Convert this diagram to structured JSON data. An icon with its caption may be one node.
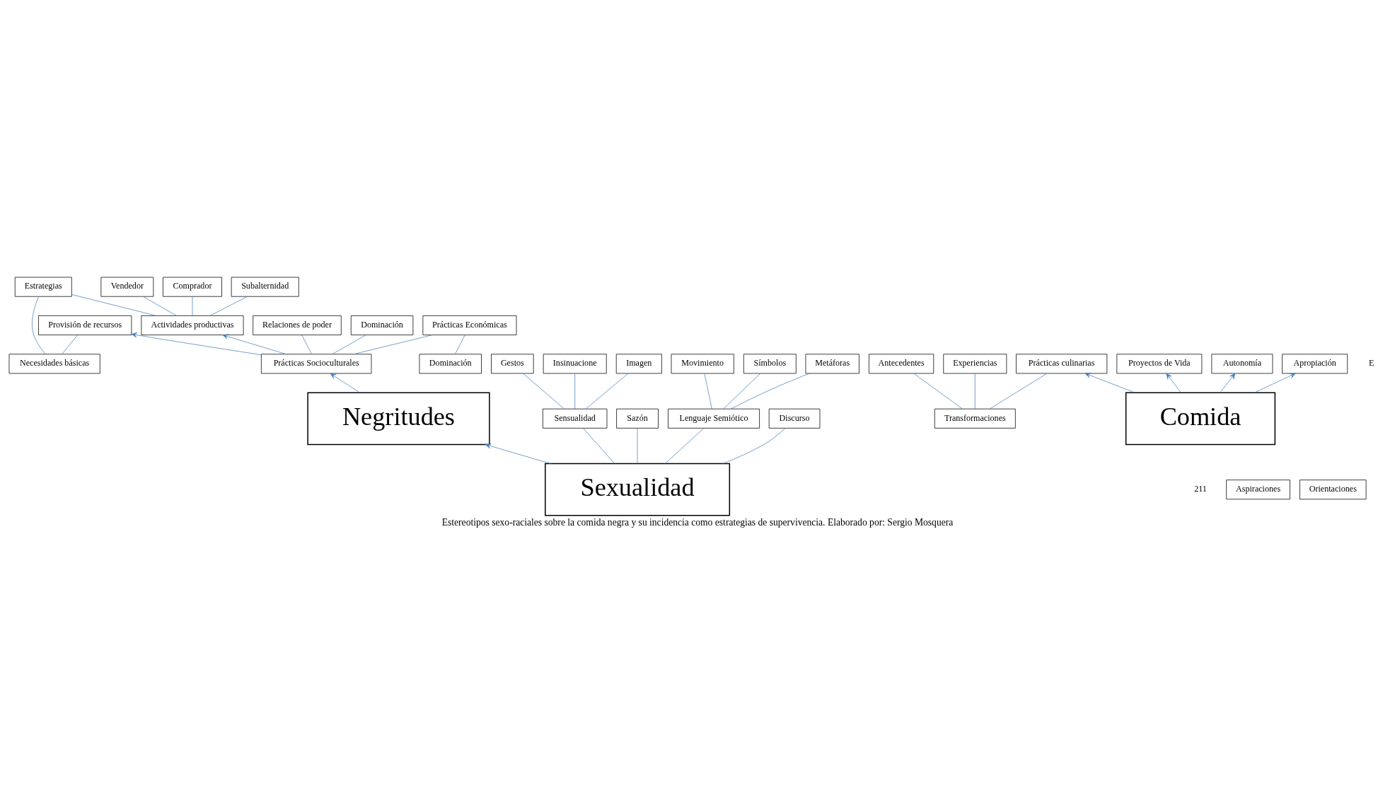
{
  "diagram": {
    "caption": "Estereotipos sexo-raciales sobre la comida negra y su incidencia como estrategias de supervivencia. Elaborado por: Sergio Mosquera",
    "nodes": [
      {
        "text": [
          "Necesidades básicas"
        ]
      },
      {
        "text": [
          "Provisión de recursos"
        ]
      },
      {
        "text": [
          "Actividades productivas"
        ]
      },
      {
        "text": [
          "Estrategias"
        ]
      },
      {
        "text": [
          "Vendedor"
        ]
      },
      {
        "text": [
          "Comprador"
        ]
      },
      {
        "text": [
          "Subalternidad"
        ]
      },
      {
        "text": [
          "Dominación"
        ]
      },
      {
        "text": [
          "Prácticas Socioculturales"
        ]
      },
      {
        "text": [
          "Relaciones de poder"
        ]
      },
      {
        "text": [
          "Dominación"
        ]
      },
      {
        "text": [
          "Prácticas Económicas"
        ]
      },
      {
        "text": [
          "Negritudes"
        ]
      },
      {
        "text": [
          "Gestos"
        ]
      },
      {
        "text": [
          "Insinuacione"
        ]
      },
      {
        "text": [
          "Imagen"
        ]
      },
      {
        "text": [
          "Sensualidad"
        ]
      },
      {
        "text": [
          "Sazón"
        ]
      },
      {
        "text": [
          "Sexualidad"
        ]
      },
      {
        "text": [
          "Movimiento"
        ]
      },
      {
        "text": [
          "Símbolos"
        ]
      },
      {
        "text": [
          "Metáforas"
        ]
      },
      {
        "text": [
          "Lenguaje Semiótico"
        ]
      },
      {
        "text": [
          "Discurso"
        ]
      },
      {
        "text": [
          "Proyectos de Vida"
        ]
      },
      {
        "text": [
          "Aspiraciones"
        ]
      },
      {
        "text": [
          "Orientaciones"
        ]
      },
      {
        "text": [
          "Comida"
        ]
      },
      {
        "text": [
          "Transformaciones"
        ]
      },
      {
        "text": [
          "Antecedentes"
        ]
      },
      {
        "text": [
          "Prácticas culinarias"
        ]
      },
      {
        "text": [
          "Experiencias"
        ]
      },
      {
        "text": [
          "Autonomía"
        ]
      },
      {
        "text": [
          "Apropiación"
        ]
      }
    ],
    "edges": [
      {
        "from": 0,
        "to": 1,
        "arrow": "none"
      },
      {
        "from": 0,
        "to": 3,
        "arrow": "none"
      },
      {
        "from": 8,
        "to": 1,
        "arrow": "to"
      },
      {
        "from": 8,
        "to": 2,
        "arrow": "to"
      },
      {
        "from": 2,
        "to": 3,
        "arrow": "none"
      },
      {
        "from": 2,
        "to": 4,
        "arrow": "none"
      },
      {
        "from": 2,
        "to": 5,
        "arrow": "none"
      },
      {
        "from": 2,
        "to": 6,
        "arrow": "none"
      },
      {
        "from": 7,
        "to": 11,
        "arrow": "none"
      },
      {
        "from": 8,
        "to": 9,
        "arrow": "none"
      },
      {
        "from": 8,
        "to": 10,
        "arrow": "none"
      },
      {
        "from": 8,
        "to": 11,
        "arrow": "none"
      },
      {
        "from": 12,
        "to": 8,
        "arrow": "to"
      },
      {
        "from": 18,
        "to": 12,
        "arrow": "to"
      },
      {
        "from": 16,
        "to": 13,
        "arrow": "none"
      },
      {
        "from": 16,
        "to": 14,
        "arrow": "none"
      },
      {
        "from": 16,
        "to": 15,
        "arrow": "none"
      },
      {
        "from": 18,
        "to": 16,
        "arrow": "none"
      },
      {
        "from": 18,
        "to": 17,
        "arrow": "none"
      },
      {
        "from": 22,
        "to": 19,
        "arrow": "none"
      },
      {
        "from": 22,
        "to": 20,
        "arrow": "none"
      },
      {
        "from": 22,
        "to": 21,
        "arrow": "none"
      },
      {
        "from": 18,
        "to": 22,
        "arrow": "none"
      },
      {
        "from": 18,
        "to": 23,
        "arrow": "none"
      },
      {
        "from": 27,
        "to": 24,
        "arrow": "to"
      },
      {
        "from": 27,
        "to": 30,
        "arrow": "to"
      },
      {
        "from": 28,
        "to": 29,
        "arrow": "none"
      },
      {
        "from": 28,
        "to": 30,
        "arrow": "none"
      },
      {
        "from": 28,
        "to": 31,
        "arrow": "none"
      },
      {
        "from": 27,
        "to": 32,
        "arrow": "to"
      },
      {
        "from": 27,
        "to": 33,
        "arrow": "to"
      }
    ],
    "labels": [
      "E",
      "211"
    ]
  }
}
